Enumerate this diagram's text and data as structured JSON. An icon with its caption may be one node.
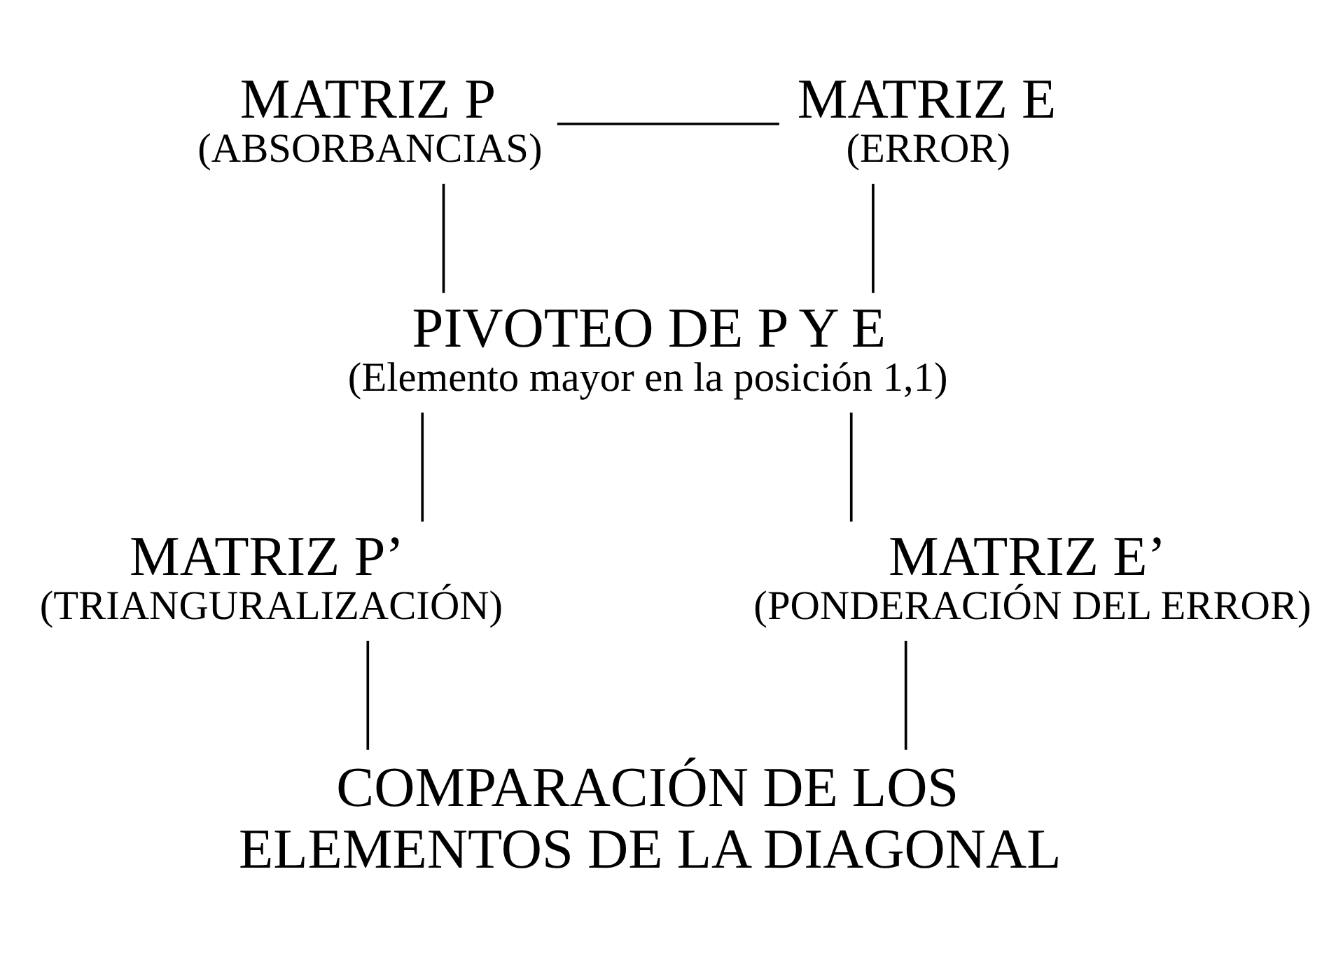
{
  "diagram": {
    "nodes": [
      {
        "text": [
          "MATRIZ P",
          "(ABSORBANCIAS)"
        ]
      },
      {
        "text": [
          "MATRIZ E",
          "(ERROR)"
        ]
      },
      {
        "text": [
          "PIVOTEO DE P Y E",
          "(Elemento mayor en la posición 1,1)"
        ]
      },
      {
        "text": [
          "MATRIZ P’",
          "(TRIANGURALIZACIÓN)"
        ]
      },
      {
        "text": [
          "MATRIZ E’",
          "(PONDERACIÓN DEL ERROR)"
        ]
      },
      {
        "text": [
          "COMPARACIÓN DE LOS ELEMENTOS DE LA DIAGONAL"
        ]
      }
    ],
    "edges": [
      {
        "from": 0,
        "to": 1,
        "arrow": "none"
      },
      {
        "from": 0,
        "to": 2,
        "arrow": "none"
      },
      {
        "from": 1,
        "to": 2,
        "arrow": "none"
      },
      {
        "from": 2,
        "to": 3,
        "arrow": "none"
      },
      {
        "from": 2,
        "to": 4,
        "arrow": "none"
      },
      {
        "from": 3,
        "to": 5,
        "arrow": "none"
      },
      {
        "from": 4,
        "to": 5,
        "arrow": "none"
      }
    ]
  }
}
